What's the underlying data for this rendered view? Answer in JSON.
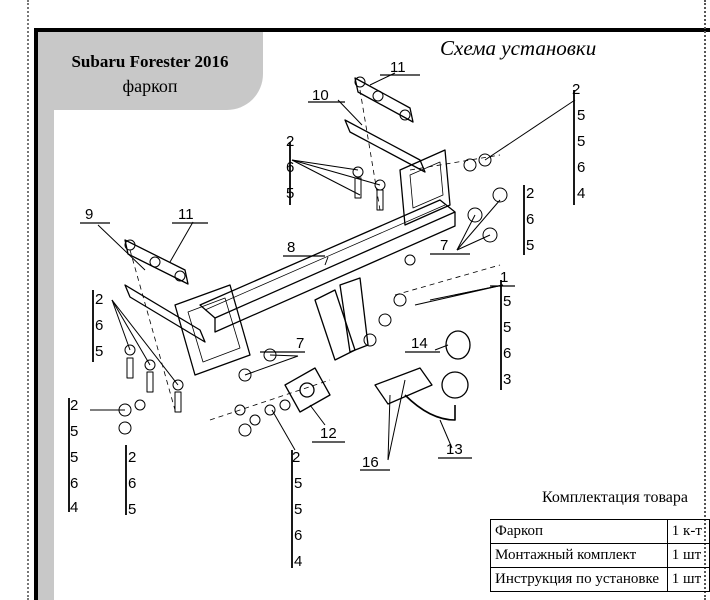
{
  "header": {
    "model": "Subaru Forester 2016",
    "product": "фаркоп",
    "scheme_title": "Схема установки"
  },
  "diagram": {
    "callouts": [
      {
        "id": "c1",
        "text": "1"
      },
      {
        "id": "c7a",
        "text": "7"
      },
      {
        "id": "c7b",
        "text": "7"
      },
      {
        "id": "c8",
        "text": "8"
      },
      {
        "id": "c9",
        "text": "9"
      },
      {
        "id": "c10",
        "text": "10"
      },
      {
        "id": "c11a",
        "text": "11"
      },
      {
        "id": "c11b",
        "text": "11"
      },
      {
        "id": "c12",
        "text": "12"
      },
      {
        "id": "c13",
        "text": "13"
      },
      {
        "id": "c14",
        "text": "14"
      },
      {
        "id": "c16",
        "text": "16"
      }
    ],
    "stacks": [
      {
        "id": "s1",
        "digits": [
          "2",
          "6",
          "5"
        ]
      },
      {
        "id": "s2",
        "digits": [
          "2",
          "5",
          "5",
          "6",
          "4"
        ]
      },
      {
        "id": "s3",
        "digits": [
          "2",
          "6",
          "5"
        ]
      },
      {
        "id": "s4",
        "digits": [
          "5",
          "5",
          "6",
          "3"
        ]
      },
      {
        "id": "s5",
        "digits": [
          "2",
          "6",
          "5"
        ]
      },
      {
        "id": "s6",
        "digits": [
          "2",
          "5",
          "5",
          "6",
          "4"
        ]
      },
      {
        "id": "s7",
        "digits": [
          "2",
          "6",
          "5"
        ]
      },
      {
        "id": "s8",
        "digits": [
          "2",
          "5",
          "5",
          "6",
          "4"
        ]
      }
    ]
  },
  "kit": {
    "title": "Комплектация товара",
    "rows": [
      {
        "name": "Фаркоп",
        "qty": "1 к-т"
      },
      {
        "name": "Монтажный комплект",
        "qty": "1 шт"
      },
      {
        "name": "Инструкция по установке",
        "qty": "1 шт"
      }
    ]
  },
  "colors": {
    "title_box": "#c8c8c8",
    "border": "#000000"
  }
}
